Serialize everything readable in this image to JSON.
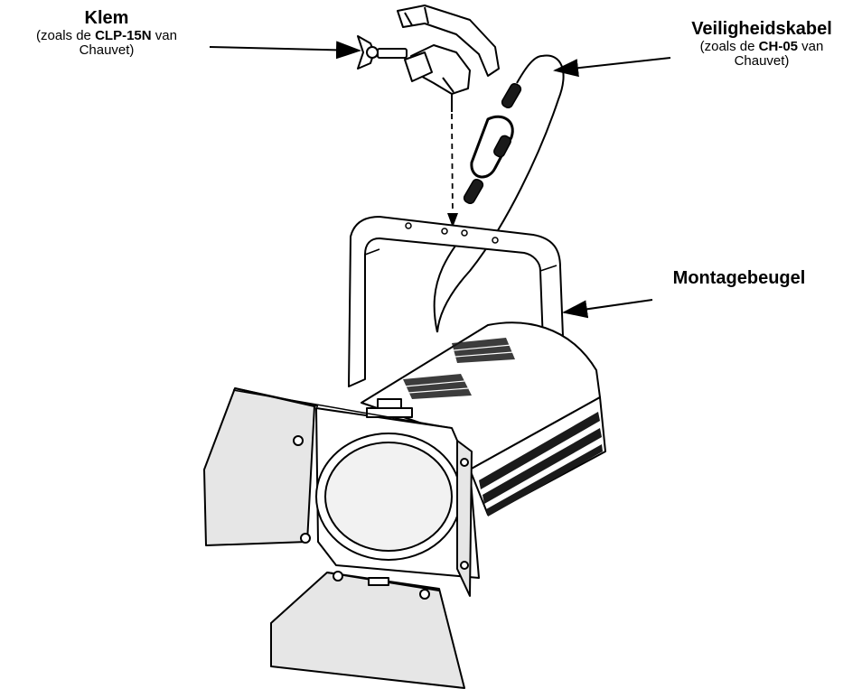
{
  "labels": {
    "clamp": {
      "title": "Klem",
      "sub_prefix": "(zoals de ",
      "sub_bold": "CLP-15N",
      "sub_suffix": " van",
      "sub_line2": "Chauvet)"
    },
    "safety_cable": {
      "title": "Veiligheidskabel",
      "sub_prefix": "(zoals de ",
      "sub_bold": "CH-05",
      "sub_suffix": " van",
      "sub_line2": "Chauvet)"
    },
    "bracket": {
      "title": "Montagebeugel"
    }
  },
  "colors": {
    "line": "#000000",
    "fill": "#ffffff",
    "shade": "#e6e6e6",
    "dark": "#1a1a1a"
  }
}
